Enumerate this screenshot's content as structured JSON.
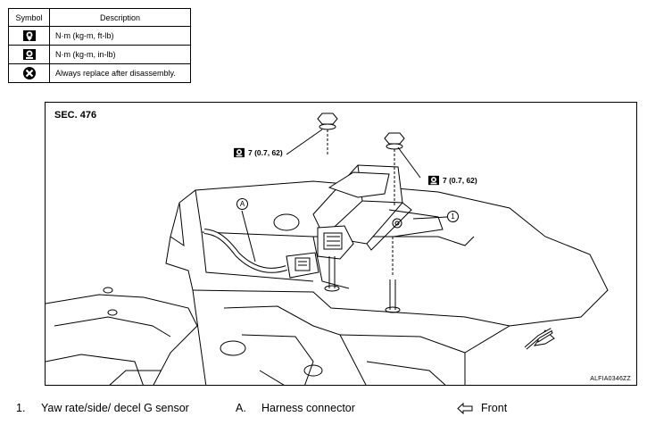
{
  "legend": {
    "header_symbol": "Symbol",
    "header_description": "Description",
    "rows": [
      {
        "icon": "torque-wrench-ft-lb-icon",
        "description": "N·m (kg-m, ft-lb)"
      },
      {
        "icon": "torque-wrench-in-lb-icon",
        "description": "N·m (kg-m, in-lb)"
      },
      {
        "icon": "always-replace-icon",
        "description": "Always replace after disassembly."
      }
    ]
  },
  "figure": {
    "section": "SEC. 476",
    "code": "ALFIA0346ZZ",
    "torque_left": "7 (0.7, 62)",
    "torque_right": "7 (0.7, 62)",
    "callout_1": "1",
    "callout_a": "A"
  },
  "captions": {
    "item1_number": "1.",
    "item1_text": "Yaw rate/side/ decel G sensor",
    "itemA_letter": "A.",
    "itemA_text": "Harness connector",
    "front_text": "Front"
  }
}
